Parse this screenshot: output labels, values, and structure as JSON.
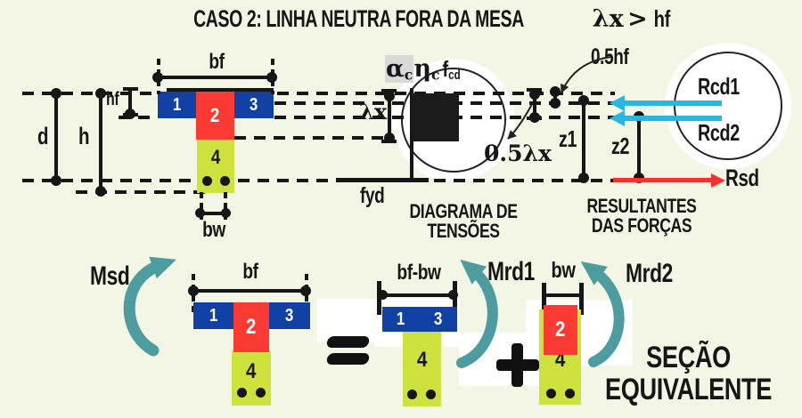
{
  "title": {
    "main": "CASO 2: LINHA NEUTRA FORA DA MESA",
    "math_lambda": "λx",
    "math_gt": ">",
    "math_hf": "hf"
  },
  "zones": {
    "z1": "1",
    "z2": "2",
    "z3": "3",
    "z4": "4"
  },
  "dims": {
    "bf": "bf",
    "hf": "hf",
    "d": "d",
    "h": "h",
    "bw": "bw",
    "bf_bw": "bf-bw"
  },
  "stress": {
    "alpha": "α",
    "alpha_sub": "c",
    "eta": "η",
    "eta_sub": "c",
    "f": "f",
    "f_sub": "cd",
    "lambda_x": "λx",
    "half_lambda_x": "0.5λx",
    "fyd": "fyd",
    "caption_line1": "DIAGRAMA DE",
    "caption_line2": "TENSÕES"
  },
  "forces": {
    "half_hf": "0.5hf",
    "z1": "z1",
    "z2": "z2",
    "rcd1": "Rcd1",
    "rcd2": "Rcd2",
    "rsd": "Rsd",
    "caption_line1": "RESULTANTES",
    "caption_line2": "DAS FORÇAS"
  },
  "bottom": {
    "msd": "Msd",
    "mrd1": "Mrd1",
    "mrd2": "Mrd2",
    "equivalent_line1": "SEÇÃO",
    "equivalent_line2": "EQUIVALENTE"
  },
  "colors": {
    "background": "#f4f6e5",
    "flange_blue": "#1141a5",
    "web_green": "#cfe13d",
    "compression_red": "#fb3a33",
    "moment_teal": "#4d9da0",
    "force_cyan": "#29b7df",
    "force_red": "#f8312e",
    "ink": "#161616",
    "alpha_highlight": "#d9d9d9"
  }
}
